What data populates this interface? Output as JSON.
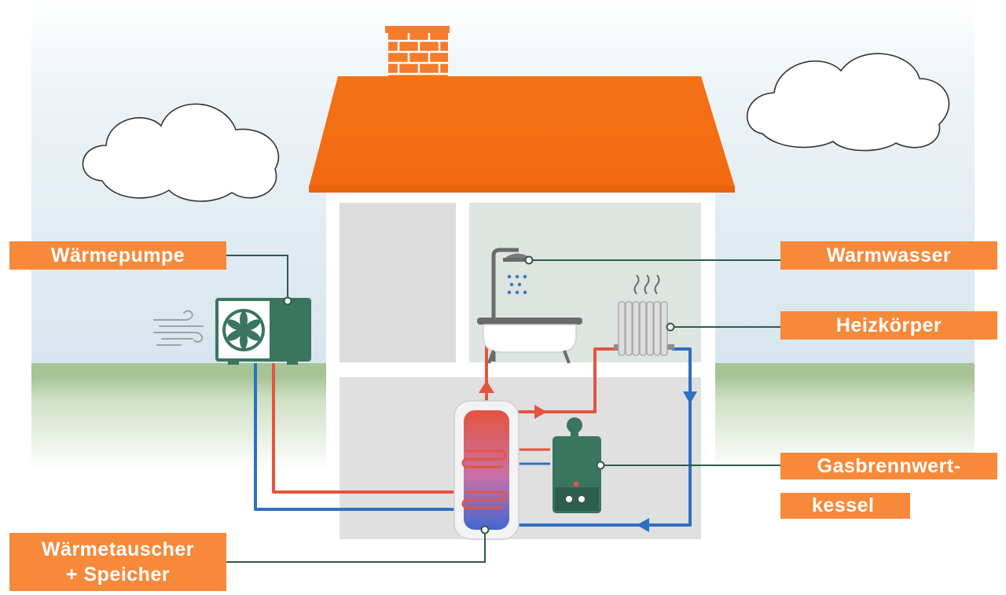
{
  "labels": {
    "heat_pump": "Wärmepumpe",
    "hot_water": "Warmwasser",
    "radiator": "Heizkörper",
    "gas_boiler_line1": "Gasbrennwert-",
    "gas_boiler_line2": "kessel",
    "heat_exchanger_line1": "Wärmetauscher",
    "heat_exchanger_line2": "+ Speicher"
  },
  "colors": {
    "label_bg": "#f7893a",
    "roof": "#f47115",
    "chimney": "#f47c2c",
    "hot_pipe": "#e4553f",
    "cold_pipe": "#2f6fc2",
    "unit_green": "#3a7560",
    "leader_line": "#2f5a49",
    "sky": "#d9e7ef",
    "ground": "#a9c79a"
  },
  "icons": [
    "wind-icon",
    "fan-icon",
    "shower-icon",
    "bathtub-icon",
    "radiator-icon",
    "heat-waves-icon",
    "cloud-icon",
    "chimney-icon"
  ]
}
